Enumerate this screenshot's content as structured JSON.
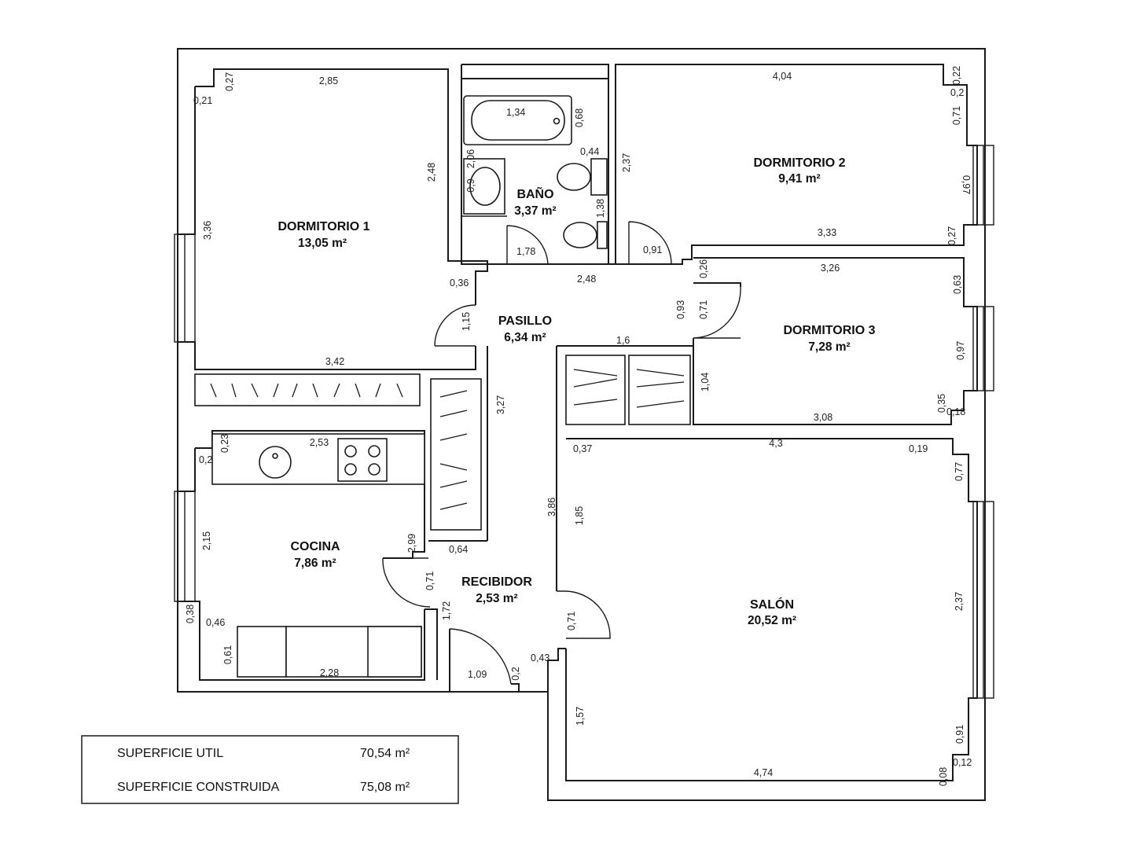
{
  "rooms": {
    "dormitorio1": {
      "name": "DORMITORIO 1",
      "area": "13,05 m²"
    },
    "dormitorio2": {
      "name": "DORMITORIO 2",
      "area": "9,41 m²"
    },
    "dormitorio3": {
      "name": "DORMITORIO 3",
      "area": "7,28 m²"
    },
    "bano": {
      "name": "BAÑO",
      "area": "3,37 m²"
    },
    "pasillo": {
      "name": "PASILLO",
      "area": "6,34 m²"
    },
    "cocina": {
      "name": "COCINA",
      "area": "7,86 m²"
    },
    "recibidor": {
      "name": "RECIBIDOR",
      "area": "2,53 m²"
    },
    "salon": {
      "name": "SALÓN",
      "area": "20,52 m²"
    }
  },
  "dimensions": {
    "d1_top": "2,85",
    "d1_t1": "0,27",
    "d1_t2": "0,21",
    "d1_right": "2,48",
    "d1_left": "3,36",
    "d1_bottom": "3,42",
    "d1_corner": "0,36",
    "bath_tub": "1,34",
    "bath_tub_h": "0,68",
    "bath_w1": "0,44",
    "bath_v1": "2,06",
    "bath_v2": "0,9",
    "bath_v3": "1,38",
    "bath_left": "1,78",
    "bath_bottom": "2,48",
    "d2_top": "4,04",
    "d2_t1": "0,22",
    "d2_t2": "0,2",
    "d2_r1": "0,71",
    "d2_r2": "0,97",
    "d2_left": "2,37",
    "d2_bottom": "3,33",
    "d2_b1": "0,27",
    "door_091": "0,91",
    "d3_top": "3,26",
    "d3_v1": "0,26",
    "d3_r1": "0,63",
    "d3_r2": "0,97",
    "d3_door": "0,71",
    "d3_left": "0,93",
    "d3_w": "1,04",
    "d3_bottom": "3,08",
    "d3_b1": "0,35",
    "d3_b2": "0,18",
    "pas_door": "1,15",
    "pas_w": "1,6",
    "pas_v": "3,27",
    "coc_top": "2,53",
    "coc_t1": "0,23",
    "coc_t2": "0,2",
    "coc_left": "2,15",
    "coc_v1": "2,99",
    "coc_w": "0,64",
    "coc_door": "0,71",
    "coc_b1": "0,38",
    "coc_b2": "0,46",
    "coc_b3": "0,61",
    "coc_bottom": "2,28",
    "rec_v": "1,72",
    "rec_w": "1,09",
    "rec_b1": "0,2",
    "rec_b2": "0,43",
    "sal_top": "4,3",
    "sal_t1": "0,37",
    "sal_t2": "0,19",
    "sal_v1": "3,86",
    "sal_v2": "1,85",
    "sal_door": "0,71",
    "sal_r1": "0,77",
    "sal_r2": "2,37",
    "sal_r3": "0,91",
    "sal_r4": "0,12",
    "sal_b1": "0,08",
    "sal_left": "1,57",
    "sal_bottom": "4,74"
  },
  "summary": {
    "util_label": "SUPERFICIE UTIL",
    "util_value": "70,54 m²",
    "construida_label": "SUPERFICIE CONSTRUIDA",
    "construida_value": "75,08 m²"
  }
}
